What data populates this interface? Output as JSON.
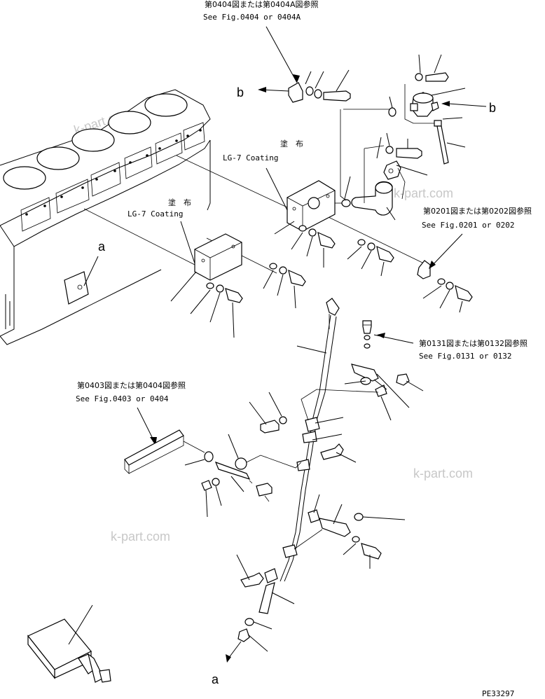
{
  "references": {
    "fig0404_jp": "第0404図または第0404A図参照",
    "fig0404_en": "See Fig.0404 or 0404A",
    "fig0201_jp": "第0201図または第0202図参照",
    "fig0201_en": "See Fig.0201 or 0202",
    "fig0131_jp": "第0131図または第0132図参照",
    "fig0131_en": "See Fig.0131 or 0132",
    "fig0403_jp": "第0403図または第0404図参照",
    "fig0403_en": "See Fig.0403 or 0404"
  },
  "coating": {
    "jp": "塗　布",
    "en": "LG-7 Coating"
  },
  "callouts": {
    "a": "a",
    "b": "b"
  },
  "watermark": "k-part.com",
  "drawing_number": "PE33297"
}
